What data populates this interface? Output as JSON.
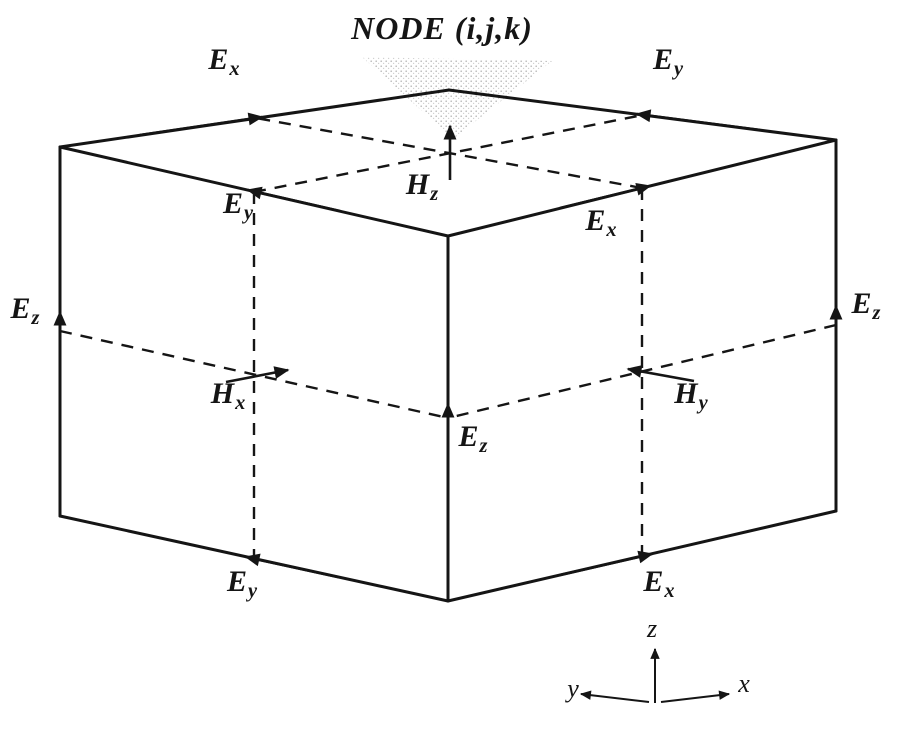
{
  "figure": {
    "node_label": "NODE (i,j,k)",
    "colors": {
      "ink": "#151515",
      "background": "#ffffff",
      "stipple": "#b8b8b8"
    },
    "labels": {
      "ex_top": {
        "base": "E",
        "sub": "x"
      },
      "ey_top": {
        "base": "E",
        "sub": "y"
      },
      "ey_mid_left": {
        "base": "E",
        "sub": "y"
      },
      "ex_mid_right": {
        "base": "E",
        "sub": "x"
      },
      "hz": {
        "base": "H",
        "sub": "z"
      },
      "ez_left": {
        "base": "E",
        "sub": "z"
      },
      "ez_right": {
        "base": "E",
        "sub": "z"
      },
      "ez_front": {
        "base": "E",
        "sub": "z"
      },
      "hx": {
        "base": "H",
        "sub": "x"
      },
      "hy": {
        "base": "H",
        "sub": "y"
      },
      "ey_bottom": {
        "base": "E",
        "sub": "y"
      },
      "ex_bottom": {
        "base": "E",
        "sub": "x"
      }
    },
    "axes": {
      "x": "x",
      "y": "y",
      "z": "z"
    }
  }
}
